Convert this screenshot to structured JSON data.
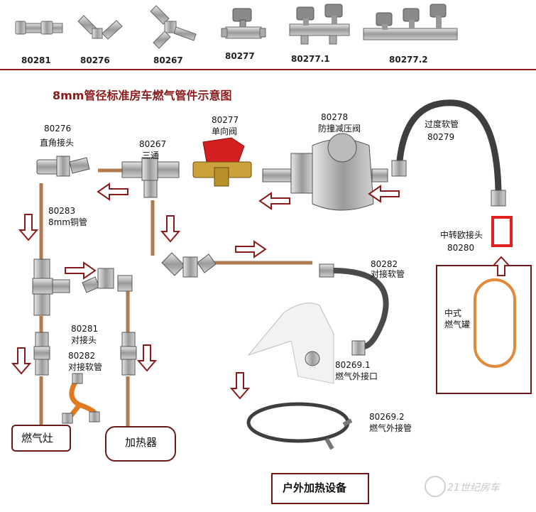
{
  "catalog": [
    {
      "code": "80281",
      "name": "straight-connector"
    },
    {
      "code": "80276",
      "name": "elbow-connector"
    },
    {
      "code": "80267",
      "name": "tee-connector"
    },
    {
      "code": "80277",
      "name": "check-valve"
    },
    {
      "code": "80277.1",
      "name": "double-valve-manifold"
    },
    {
      "code": "80277.2",
      "name": "triple-valve-manifold"
    }
  ],
  "title": "8mm管径标准房车燃气管件示意图",
  "labels": {
    "elbow_code": "80276",
    "elbow_name": "直角接头",
    "tee_code": "80267",
    "tee_name": "三通",
    "check_valve_code": "80277",
    "check_valve_name": "单向阀",
    "regulator_code": "80278",
    "regulator_name": "防撞减压阀",
    "transition_hose_name": "过度软管",
    "transition_hose_code": "80279",
    "copper_pipe_code": "80283",
    "copper_pipe_name": "8mm铜管",
    "adapter_name": "中转欧接头",
    "adapter_code": "80280",
    "hose_right_code": "80282",
    "hose_right_name": "对接软管",
    "tank_line1": "中式",
    "tank_line2": "燃气罐",
    "connector_code": "80281",
    "connector_name": "对接头",
    "hose_left_code": "80282",
    "hose_left_name": "对接软管",
    "outlet_code": "80269.1",
    "outlet_name": "燃气外接口",
    "ext_hose_code": "80269.2",
    "ext_hose_name": "燃气外接管",
    "stove": "燃气灶",
    "heater": "加热器",
    "outdoor": "户外加热设备"
  },
  "watermark": "21世纪房车",
  "colors": {
    "pipe": "#b07a4e",
    "arrow": "#8b1a1a",
    "metal": "#a9a9a9",
    "valve_red": "#d21f1f",
    "adapter": "#e0201e",
    "tank": "#e08a3c",
    "hose": "#4a4a4a",
    "braided_hose": "#e07a20",
    "title": "#8b1a1a"
  }
}
